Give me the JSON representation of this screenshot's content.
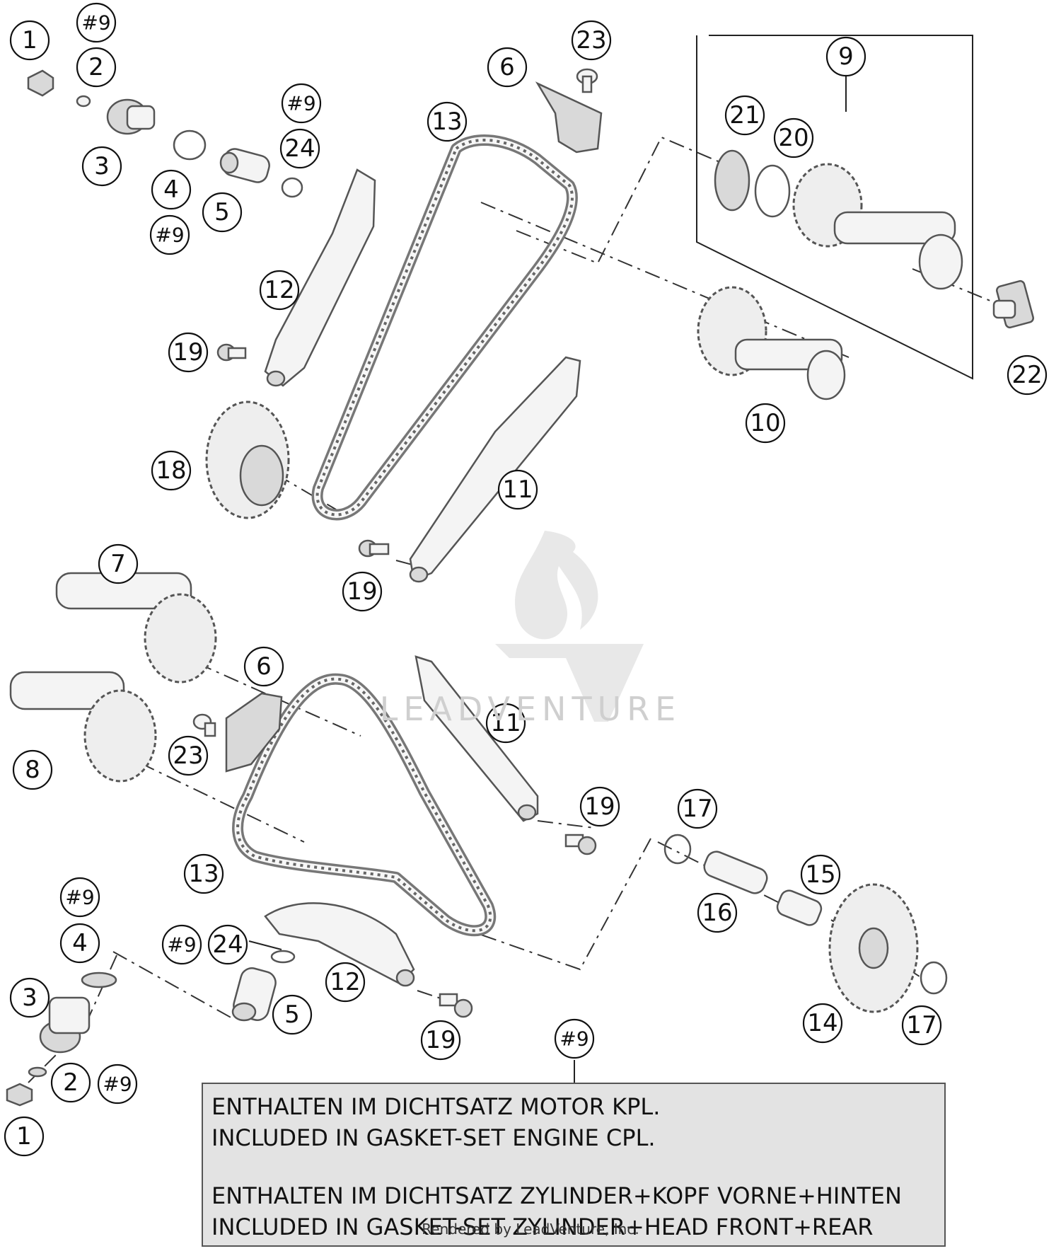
{
  "callouts": [
    {
      "id": "c1",
      "label": "1"
    },
    {
      "id": "c2",
      "label": "#9"
    },
    {
      "id": "c3",
      "label": "2"
    },
    {
      "id": "c4",
      "label": "3"
    },
    {
      "id": "c5",
      "label": "4"
    },
    {
      "id": "c6",
      "label": "#9"
    },
    {
      "id": "c7",
      "label": "5"
    },
    {
      "id": "c8",
      "label": "#9"
    },
    {
      "id": "c9",
      "label": "24"
    },
    {
      "id": "c10",
      "label": "6"
    },
    {
      "id": "c11",
      "label": "23"
    },
    {
      "id": "c12",
      "label": "13"
    },
    {
      "id": "c13",
      "label": "9"
    },
    {
      "id": "c14",
      "label": "21"
    },
    {
      "id": "c15",
      "label": "20"
    },
    {
      "id": "c16",
      "label": "12"
    },
    {
      "id": "c17",
      "label": "19"
    },
    {
      "id": "c18",
      "label": "22"
    },
    {
      "id": "c19",
      "label": "10"
    },
    {
      "id": "c20",
      "label": "18"
    },
    {
      "id": "c21",
      "label": "11"
    },
    {
      "id": "c22",
      "label": "19"
    },
    {
      "id": "c23",
      "label": "7"
    },
    {
      "id": "c24",
      "label": "6"
    },
    {
      "id": "c25",
      "label": "11"
    },
    {
      "id": "c26",
      "label": "8"
    },
    {
      "id": "c27",
      "label": "23"
    },
    {
      "id": "c28",
      "label": "19"
    },
    {
      "id": "c29",
      "label": "17"
    },
    {
      "id": "c30",
      "label": "13"
    },
    {
      "id": "c31",
      "label": "15"
    },
    {
      "id": "c32",
      "label": "#9"
    },
    {
      "id": "c33",
      "label": "16"
    },
    {
      "id": "c34",
      "label": "4"
    },
    {
      "id": "c35",
      "label": "#9"
    },
    {
      "id": "c36",
      "label": "24"
    },
    {
      "id": "c37",
      "label": "3"
    },
    {
      "id": "c38",
      "label": "12"
    },
    {
      "id": "c39",
      "label": "5"
    },
    {
      "id": "c40",
      "label": "14"
    },
    {
      "id": "c41",
      "label": "17"
    },
    {
      "id": "c42",
      "label": "19"
    },
    {
      "id": "c43",
      "label": "#9"
    },
    {
      "id": "c44",
      "label": "2"
    },
    {
      "id": "c45",
      "label": "#9"
    },
    {
      "id": "c46",
      "label": "1"
    }
  ],
  "note": {
    "line1": "ENTHALTEN IM DICHTSATZ MOTOR KPL.",
    "line2": "INCLUDED IN GASKET-SET ENGINE CPL.",
    "line3": "ENTHALTEN IM DICHTSATZ ZYLINDER+KOPF VORNE+HINTEN",
    "line4": "INCLUDED IN GASKET-SET ZYLINDER+HEAD FRONT+REAR"
  },
  "watermark": "LEADVENTURE",
  "footer_credit": "Rendered by LeadVenture, Inc."
}
